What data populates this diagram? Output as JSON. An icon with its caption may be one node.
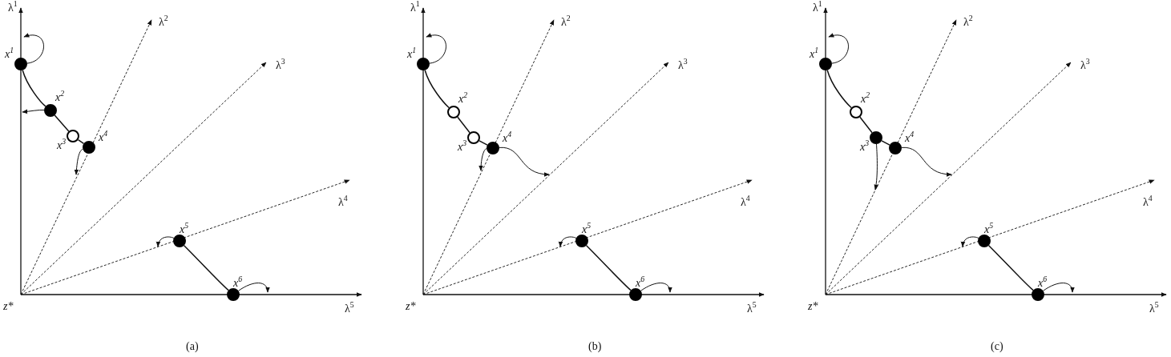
{
  "diagram": {
    "nodes": [
      {
        "text": [
          "x$^{1}$"
        ]
      },
      {
        "text": [
          "x$^{2}$"
        ]
      },
      {
        "text": [
          "x$^{3}$"
        ]
      },
      {
        "text": [
          "x$^{4}$"
        ]
      },
      {
        "text": [
          "x$^{5}$"
        ]
      },
      {
        "text": [
          "x$^{6}$"
        ]
      },
      {
        "text": [
          "x$^{1}$"
        ]
      },
      {
        "text": [
          "x$^{2}$"
        ]
      },
      {
        "text": [
          "x$^{3}$"
        ]
      },
      {
        "text": [
          "x$^{4}$"
        ]
      },
      {
        "text": [
          "x$^{5}$"
        ]
      },
      {
        "text": [
          "x$^{6}$"
        ]
      },
      {
        "text": [
          "x$^{1}$"
        ]
      },
      {
        "text": [
          "x$^{2}$"
        ]
      },
      {
        "text": [
          "x$^{3}$"
        ]
      },
      {
        "text": [
          "x$^{4}$"
        ]
      },
      {
        "text": [
          "x$^{5}$"
        ]
      },
      {
        "text": [
          "x$^{6}$"
        ]
      }
    ],
    "edges": [
      {
        "from": 0,
        "to": 1,
        "arrow": "none"
      },
      {
        "from": 1,
        "to": 2,
        "arrow": "none"
      },
      {
        "from": 2,
        "to": 3,
        "arrow": "none"
      },
      {
        "from": 4,
        "to": 5,
        "arrow": "none"
      },
      {
        "from": 0,
        "to": null,
        "arrow": "to"
      },
      {
        "from": 1,
        "to": null,
        "arrow": "to"
      },
      {
        "from": 3,
        "to": null,
        "arrow": "to"
      },
      {
        "from": 4,
        "to": null,
        "arrow": "to"
      },
      {
        "from": 5,
        "to": null,
        "arrow": "to"
      },
      {
        "from": 6,
        "to": 7,
        "arrow": "none"
      },
      {
        "from": 7,
        "to": 8,
        "arrow": "none"
      },
      {
        "from": 8,
        "to": 9,
        "arrow": "none"
      },
      {
        "from": 10,
        "to": 11,
        "arrow": "none"
      },
      {
        "from": 6,
        "to": null,
        "arrow": "to"
      },
      {
        "from": 9,
        "to": null,
        "arrow": "to"
      },
      {
        "from": 9,
        "to": null,
        "arrow": "to"
      },
      {
        "from": 10,
        "to": null,
        "arrow": "to"
      },
      {
        "from": 11,
        "to": null,
        "arrow": "to"
      },
      {
        "from": 12,
        "to": 13,
        "arrow": "none"
      },
      {
        "from": 13,
        "to": 14,
        "arrow": "none"
      },
      {
        "from": 14,
        "to": 15,
        "arrow": "none"
      },
      {
        "from": 16,
        "to": 17,
        "arrow": "none"
      },
      {
        "from": 12,
        "to": null,
        "arrow": "to"
      },
      {
        "from": 14,
        "to": null,
        "arrow": "to"
      },
      {
        "from": 15,
        "to": null,
        "arrow": "to"
      },
      {
        "from": 16,
        "to": null,
        "arrow": "to"
      },
      {
        "from": 17,
        "to": null,
        "arrow": "to"
      }
    ],
    "labels": [
      "λ$^{1}$",
      "λ$^{2}$",
      "λ$^{3}$",
      "λ$^{4}$",
      "λ$^{5}$",
      "z*",
      "(a)",
      "λ$^{1}$",
      "λ$^{2}$",
      "λ$^{3}$",
      "λ$^{4}$",
      "λ$^{5}$",
      "z*",
      "(b)",
      "λ$^{1}$",
      "λ$^{2}$",
      "λ$^{3}$",
      "λ$^{4}$",
      "λ$^{5}$",
      "z*",
      "(c)"
    ]
  }
}
